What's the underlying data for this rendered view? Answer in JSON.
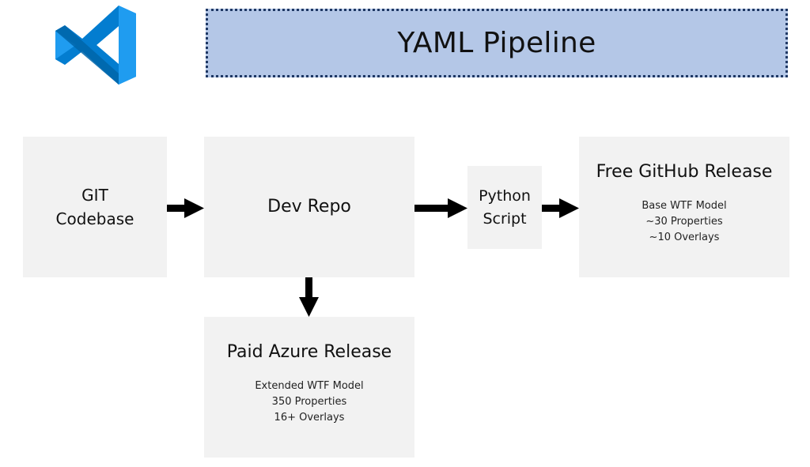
{
  "header": {
    "title": "YAML Pipeline",
    "logo_icon": "vscode-logo-icon"
  },
  "nodes": {
    "git": {
      "label": "GIT\nCodebase"
    },
    "dev": {
      "label": "Dev Repo"
    },
    "python": {
      "label": "Python\nScript"
    },
    "github": {
      "label": "Free GitHub Release",
      "details": [
        "Base WTF Model",
        "~30 Properties",
        "~10 Overlays"
      ]
    },
    "azure": {
      "label": "Paid Azure Release",
      "details": [
        "Extended WTF Model",
        "350 Properties",
        "16+ Overlays"
      ]
    }
  },
  "colors": {
    "banner_fill": "#b4c7e7",
    "banner_border": "#1f3864",
    "box_fill": "#f2f2f2",
    "arrow": "#000000",
    "logo_dark": "#0065a9",
    "logo_mid": "#007acc",
    "logo_light": "#1f9cf0"
  }
}
